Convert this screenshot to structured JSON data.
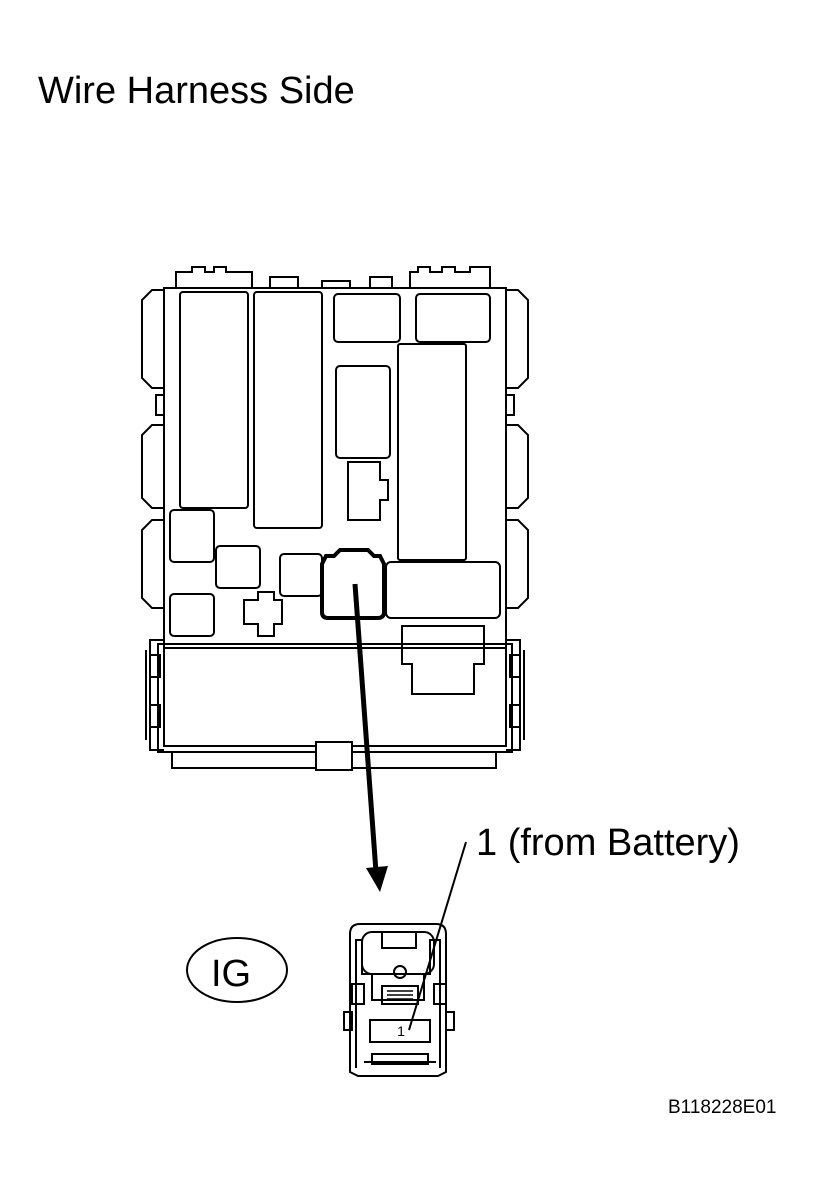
{
  "title": "Wire Harness Side",
  "callout_label": "1 (from Battery)",
  "connector_name": "IG",
  "terminal_number": "1",
  "figure_code": "B118228E01"
}
